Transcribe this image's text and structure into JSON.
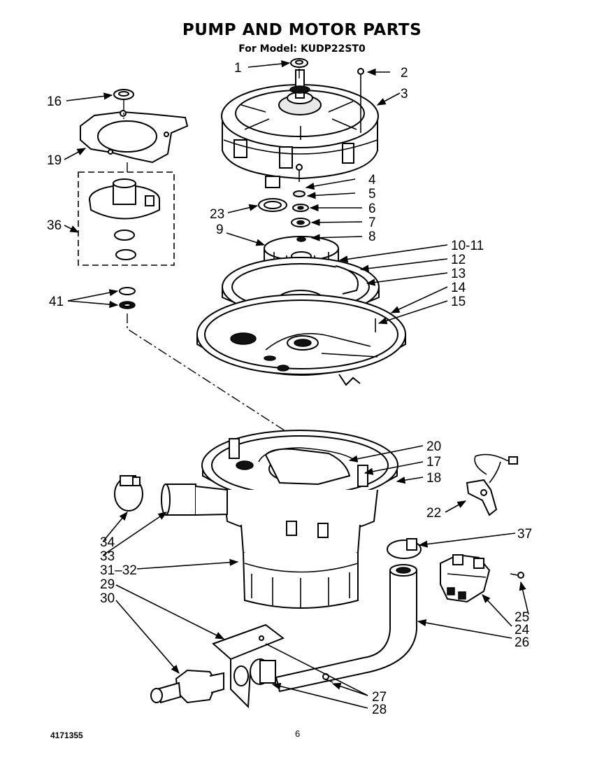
{
  "title": "PUMP AND MOTOR PARTS",
  "subtitle": "For Model: KUDP22ST0",
  "footer": {
    "doc_number": "4171355",
    "page_number": "6"
  },
  "callouts": {
    "c1": "1",
    "c2": "2",
    "c3": "3",
    "c4": "4",
    "c5": "5",
    "c6": "6",
    "c7": "7",
    "c8": "8",
    "c9": "9",
    "c10_11": "10-11",
    "c12": "12",
    "c13": "13",
    "c14": "14",
    "c15": "15",
    "c16": "16",
    "c17": "17",
    "c18": "18",
    "c19": "19",
    "c20": "20",
    "c22": "22",
    "c23": "23",
    "c24": "24",
    "c25": "25",
    "c26": "26",
    "c27": "27",
    "c28": "28",
    "c29": "29",
    "c30": "30",
    "c31_32": "31–32",
    "c33": "33",
    "c34": "34",
    "c36": "36",
    "c37": "37",
    "c41": "41"
  }
}
